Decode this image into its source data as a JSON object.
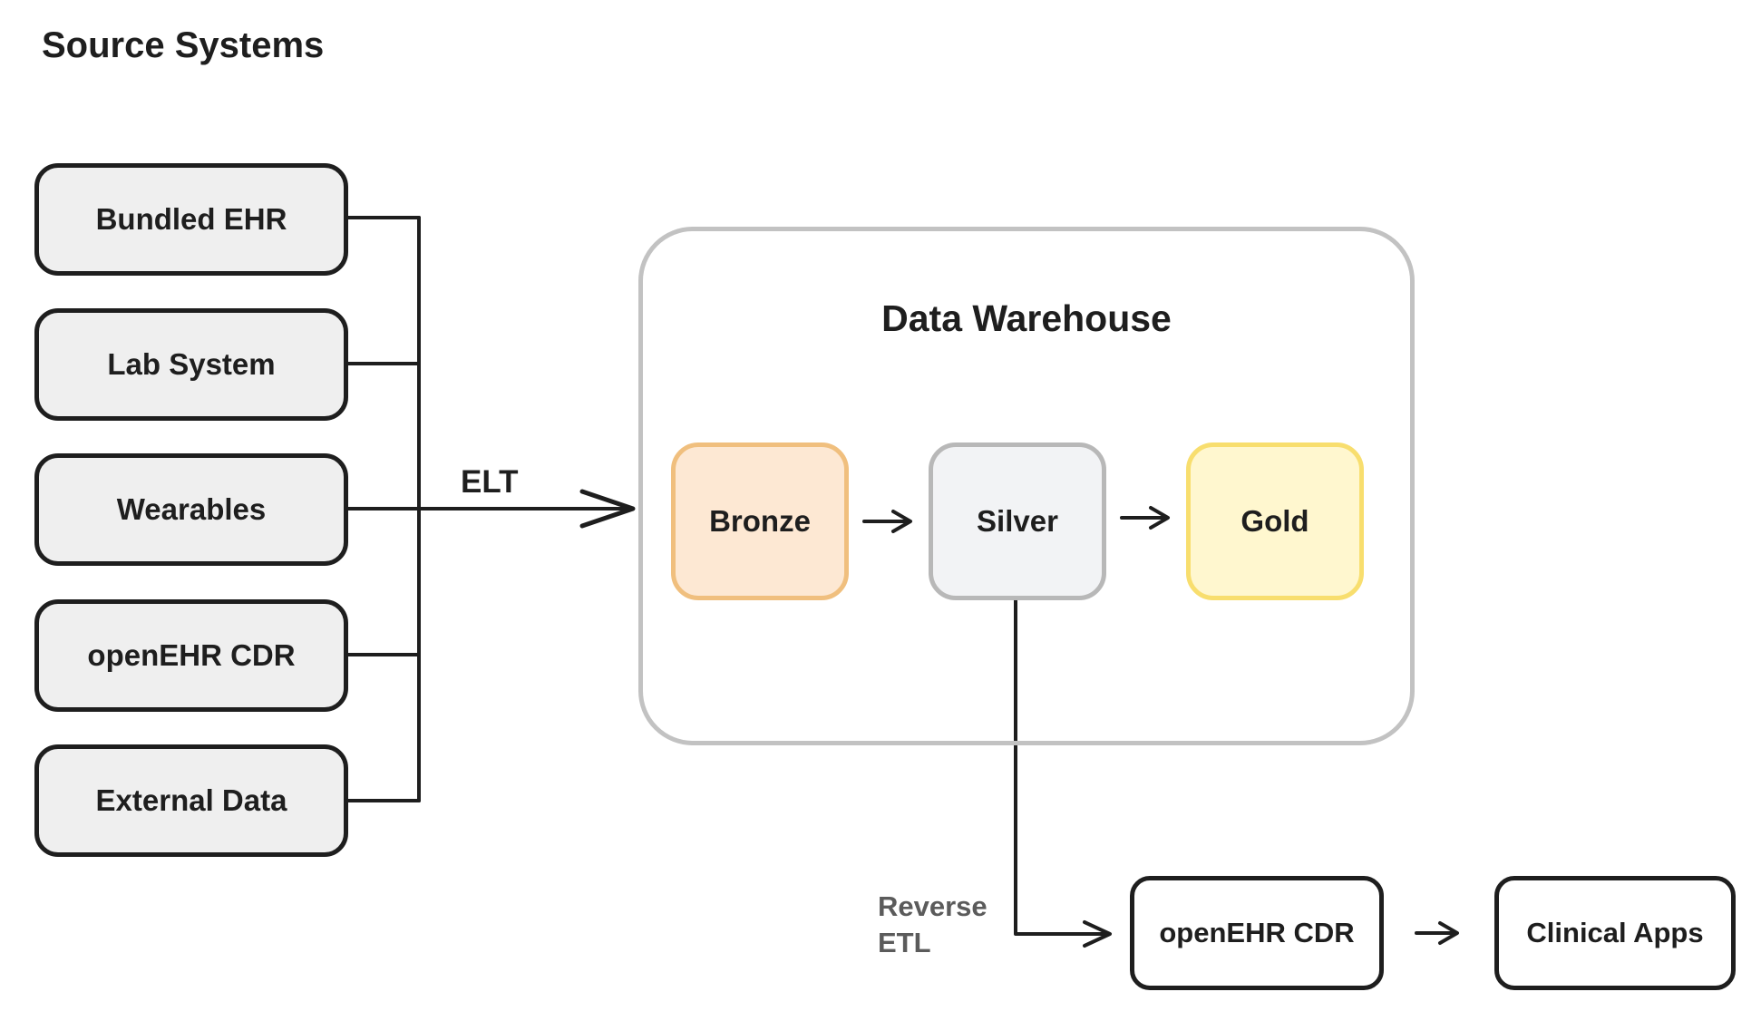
{
  "heading": "Source Systems",
  "sources": [
    {
      "label": "Bundled EHR"
    },
    {
      "label": "Lab System"
    },
    {
      "label": "Wearables"
    },
    {
      "label": "openEHR CDR"
    },
    {
      "label": "External Data"
    }
  ],
  "connectors": {
    "elt": "ELT",
    "reverse_etl_line1": "Reverse",
    "reverse_etl_line2": "ETL"
  },
  "warehouse": {
    "title": "Data Warehouse",
    "layers": [
      {
        "label": "Bronze",
        "fill": "#fde8d3",
        "stroke": "#f0bf7e"
      },
      {
        "label": "Silver",
        "fill": "#f2f3f5",
        "stroke": "#b8b8b8"
      },
      {
        "label": "Gold",
        "fill": "#fff7cf",
        "stroke": "#f8de6e"
      }
    ]
  },
  "outputs": [
    {
      "label": "openEHR CDR"
    },
    {
      "label": "Clinical Apps"
    }
  ],
  "colors": {
    "ink": "#1e1e1e",
    "source_fill": "#efefef",
    "warehouse_border": "#c2c2c2",
    "label_gray": "#5b5b5b"
  }
}
